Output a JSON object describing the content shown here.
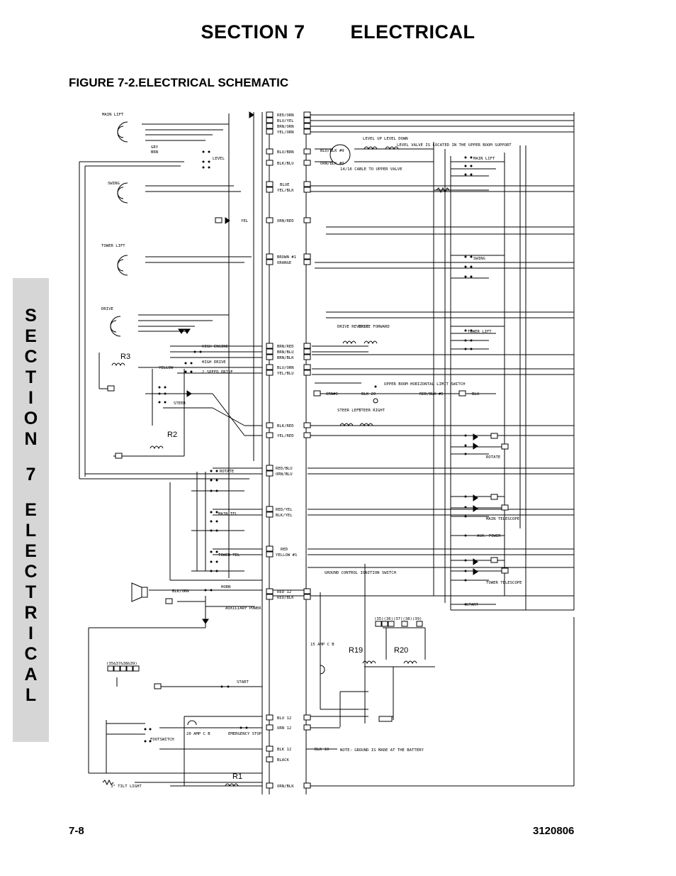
{
  "header": {
    "section_label": "SECTION 7",
    "section_name": "ELECTRICAL",
    "figure_title": "FIGURE 7-2.ELECTRICAL SCHEMATIC"
  },
  "side_tab": [
    "S",
    "E",
    "C",
    "T",
    "I",
    "O",
    "N",
    "7",
    "E",
    "L",
    "E",
    "C",
    "T",
    "R",
    "I",
    "C",
    "A",
    "L"
  ],
  "footer": {
    "page": "7-8",
    "doc_number": "3120806"
  },
  "schematic": {
    "components": {
      "main_lift": "MAIN LIFT",
      "swing": "SWING",
      "tower_lift": "TOWER LIFT",
      "drive": "DRIVE",
      "level": "LEVEL",
      "r3": "R3",
      "r2": "R2",
      "r1": "R1",
      "r19": "R19",
      "r20": "R20",
      "high_engine": "HIGH ENGINE",
      "high_drive": "HIGH DRIVE",
      "two_speed": "2 SPEED DRIVE",
      "steer": "STEER",
      "rotate": "ROTATE",
      "main_tel": "MAIN TEL",
      "tower_tel": "TOWER TEL",
      "horn": "HORN",
      "aux_power": "AUXILIARY POWER",
      "start": "START",
      "footswitch": "FOOTSWITCH",
      "amp_20": "20 AMP C B",
      "emergency_stop": "EMERGENCY STOP",
      "tilt_light": "3° TILT LIGHT",
      "level_up": "LEVEL UP",
      "level_down": "LEVEL DOWN",
      "level_valve_note": "LEVEL VALVE IS LOCATED IN THE UPPER BOOM SUPPORT",
      "cable_note": "14/16 CABLE TO UPPER VALVE",
      "drive_reverse": "DRIVE REVERSE",
      "drive_forward": "DRIVE FORWARD",
      "steer_left": "STEER LEFT",
      "steer_right": "STEER RIGHT",
      "limit_switch": "UPPER BOOM HORIZONTAL LIMIT SWITCH",
      "ground_control": "GROUND CONTROL IGNITION SWITCH",
      "amp_15": "15 AMP C B",
      "ground_note": "NOTE: GROUND IS MADE AT THE BATTERY",
      "r_main_lift": "MAIN LIFT",
      "r_swing": "SWING",
      "r_tower_lift": "TOWER LIFT",
      "r_rotate": "ROTATE",
      "r_main_telescope": "MAIN TELESCOPE",
      "r_aux_power": "AUX. POWER",
      "r_tower_telescope": "TOWER TELESCOPE",
      "r_start": "START",
      "relay_group_a": "(35)(36)(37)(38)(39)",
      "relay_group_b": "(35&37&38&39)"
    },
    "wire_labels": [
      "RED/ORN",
      "BLU/YEL",
      "BRN/ORN",
      "YEL/ORN",
      "BLU/BRN",
      "BLK/BLU",
      "BLUE",
      "YEL/BLK",
      "ORN/RED",
      "BROWN #1",
      "ORANGE",
      "BRN/RED",
      "BRN/BLU",
      "BRN/BLK",
      "BLU/ORN",
      "YEL/BLU",
      "BLK/RED",
      "YEL/RED",
      "RED/BLU",
      "ORN/BLU",
      "RED/YEL",
      "BLK/YEL",
      "RED",
      "YELLOW #1",
      "RED 12",
      "RED/BLK",
      "BLU 12",
      "ORN 12",
      "BLK 12",
      "BLACK",
      "ORN/BLK",
      "YEL",
      "GRY",
      "BRN",
      "YELLOW",
      "BLK/ORN",
      "BLU/BLK #9",
      "ORN/BLK #9",
      "ORN#9",
      "BLK 20",
      "RED/BLK #5",
      "BLU",
      "BLK 10"
    ]
  }
}
